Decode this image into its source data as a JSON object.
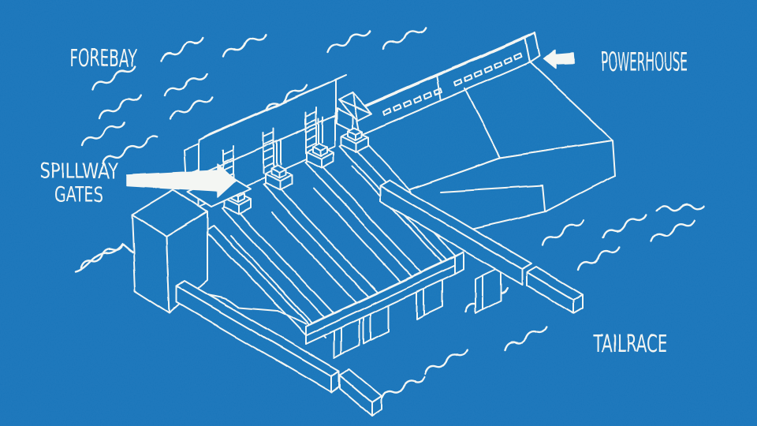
{
  "colors": {
    "background": "#1774ba",
    "line": "#f4f6f3"
  },
  "labels": {
    "forebay": "FOREBAY",
    "powerhouse": "POWERHOUSE",
    "spillway_gates_line1": "SPILLWAY",
    "spillway_gates_line2": "GATES",
    "tailrace": "TAILRACE"
  },
  "arrows": {
    "spillway": {
      "direction": "right",
      "points_to": "SPILLWAY GATES"
    },
    "powerhouse": {
      "direction": "left",
      "points_to": "POWERHOUSE"
    }
  }
}
